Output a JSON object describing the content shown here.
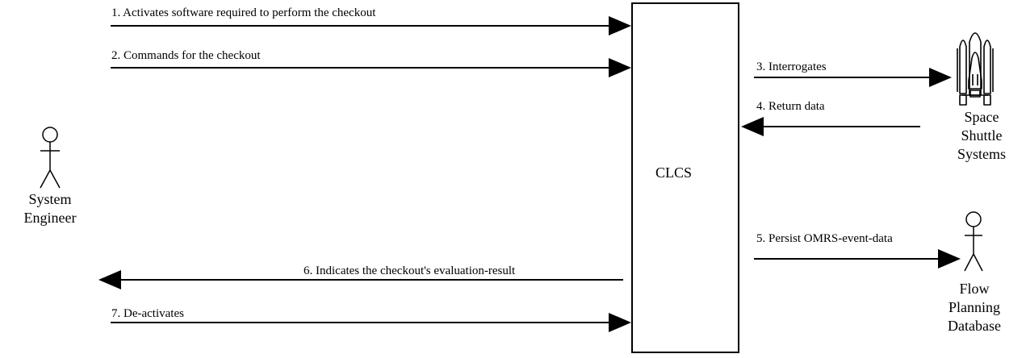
{
  "system": {
    "name": "CLCS"
  },
  "actors": {
    "system_engineer": {
      "name_lines": [
        "System",
        "Engineer"
      ],
      "icon": "stick-figure-icon"
    },
    "space_shuttle": {
      "name_lines": [
        "Space",
        "Shuttle",
        "Systems"
      ],
      "icon": "space-shuttle-icon"
    },
    "flow_planning": {
      "name_lines": [
        "Flow",
        "Planning",
        "Database"
      ],
      "icon": "stick-figure-icon"
    }
  },
  "messages": [
    {
      "label": "1. Activates software required to perform the checkout",
      "direction": "right"
    },
    {
      "label": "2. Commands for the checkout",
      "direction": "right"
    },
    {
      "label": "3. Interrogates",
      "direction": "right"
    },
    {
      "label": "4. Return data",
      "direction": "left"
    },
    {
      "label": "5. Persist OMRS-event-data",
      "direction": "right"
    },
    {
      "label": "6. Indicates the checkout's evaluation-result",
      "direction": "left"
    },
    {
      "label": "7. De-activates",
      "direction": "right"
    }
  ],
  "colors": {
    "line": "#000000",
    "background": "#ffffff"
  }
}
